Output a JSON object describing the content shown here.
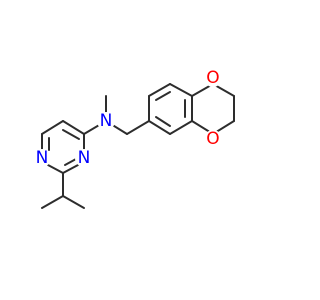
{
  "molecule": {
    "atoms": {
      "n_amine": {
        "symbol": "N",
        "color": "#0000ff"
      },
      "n1": {
        "symbol": "N",
        "color": "#0000ff"
      },
      "n3": {
        "symbol": "N",
        "color": "#0000ff"
      },
      "o1": {
        "symbol": "O",
        "color": "#ff0000"
      },
      "o2": {
        "symbol": "O",
        "color": "#ff0000"
      }
    },
    "bond_color": "#2d2d2d",
    "background": "#ffffff"
  }
}
